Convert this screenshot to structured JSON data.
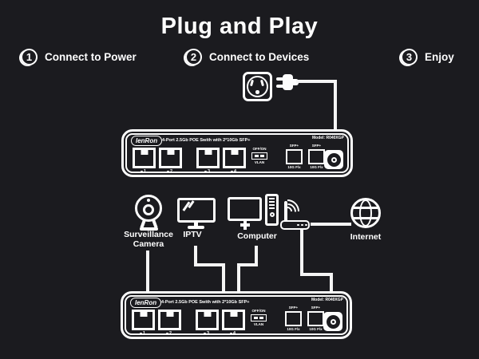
{
  "colors": {
    "background": "#1b1b1f",
    "foreground": "#ffffff"
  },
  "title": "Plug and Play",
  "steps": [
    {
      "num": "1",
      "label": "Connect to Power"
    },
    {
      "num": "2",
      "label": "Connect to Devices"
    },
    {
      "num": "3",
      "label": "Enjoy"
    }
  ],
  "switch": {
    "brand": "IenRon",
    "name": "4-Port 2.5Gb POE Swith with 2*10Gb SFP+",
    "model": "Model: R040XGP",
    "ports": [
      "1",
      "2",
      "3",
      "4"
    ],
    "dip_top": "OFF/ON",
    "dip_bottom": "VLAN",
    "sfp": "SFP+",
    "sfp_speed": "10G F/x"
  },
  "devices": {
    "camera": "Surveillance Camera",
    "iptv": "IPTV",
    "computer": "Computer",
    "internet": "Internet"
  },
  "icons": {
    "power-outlet": "wall socket",
    "power-plug": "two-prong plug",
    "surveillance-camera": "webcam",
    "iptv": "tv screen",
    "computer": "monitor and tower",
    "router": "wifi router",
    "internet": "globe"
  }
}
